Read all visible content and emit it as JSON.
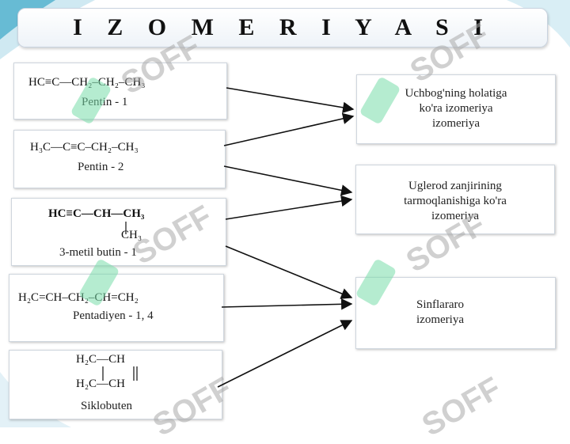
{
  "title": "I Z O M E R I Y A S I",
  "sources": [
    {
      "formula": "HC≡C—CH₂–CH₂–CH₃",
      "name": "Pentin - 1"
    },
    {
      "formula": "H₃C—C≡C–CH₂–CH₃",
      "name": "Pentin - 2"
    },
    {
      "formula_main": "HC≡C—CH—CH₃",
      "formula_branch": "CH₃",
      "name": "3-metil butin - 1"
    },
    {
      "formula": "H₂C=CH–CH₂–CH=CH₂",
      "name": "Pentadiyen - 1, 4"
    },
    {
      "formula_top": "H₂C—CH",
      "formula_bottom": "H₂C—CH",
      "name": "Siklobuten"
    }
  ],
  "targets": [
    {
      "lines": [
        "Uchbog'ning holatiga",
        "ko'ra izomeriya",
        "izomeriya"
      ]
    },
    {
      "lines": [
        "Uglerod zanjirining",
        "tarmoqlanishiga ko'ra",
        "izomeriya"
      ]
    },
    {
      "lines": [
        "Sinflararo",
        "izomeriya"
      ]
    }
  ],
  "watermark": "SOFF",
  "colors": {
    "accent": "#3aa6c8",
    "watermark_mark": "#78dcaa"
  }
}
